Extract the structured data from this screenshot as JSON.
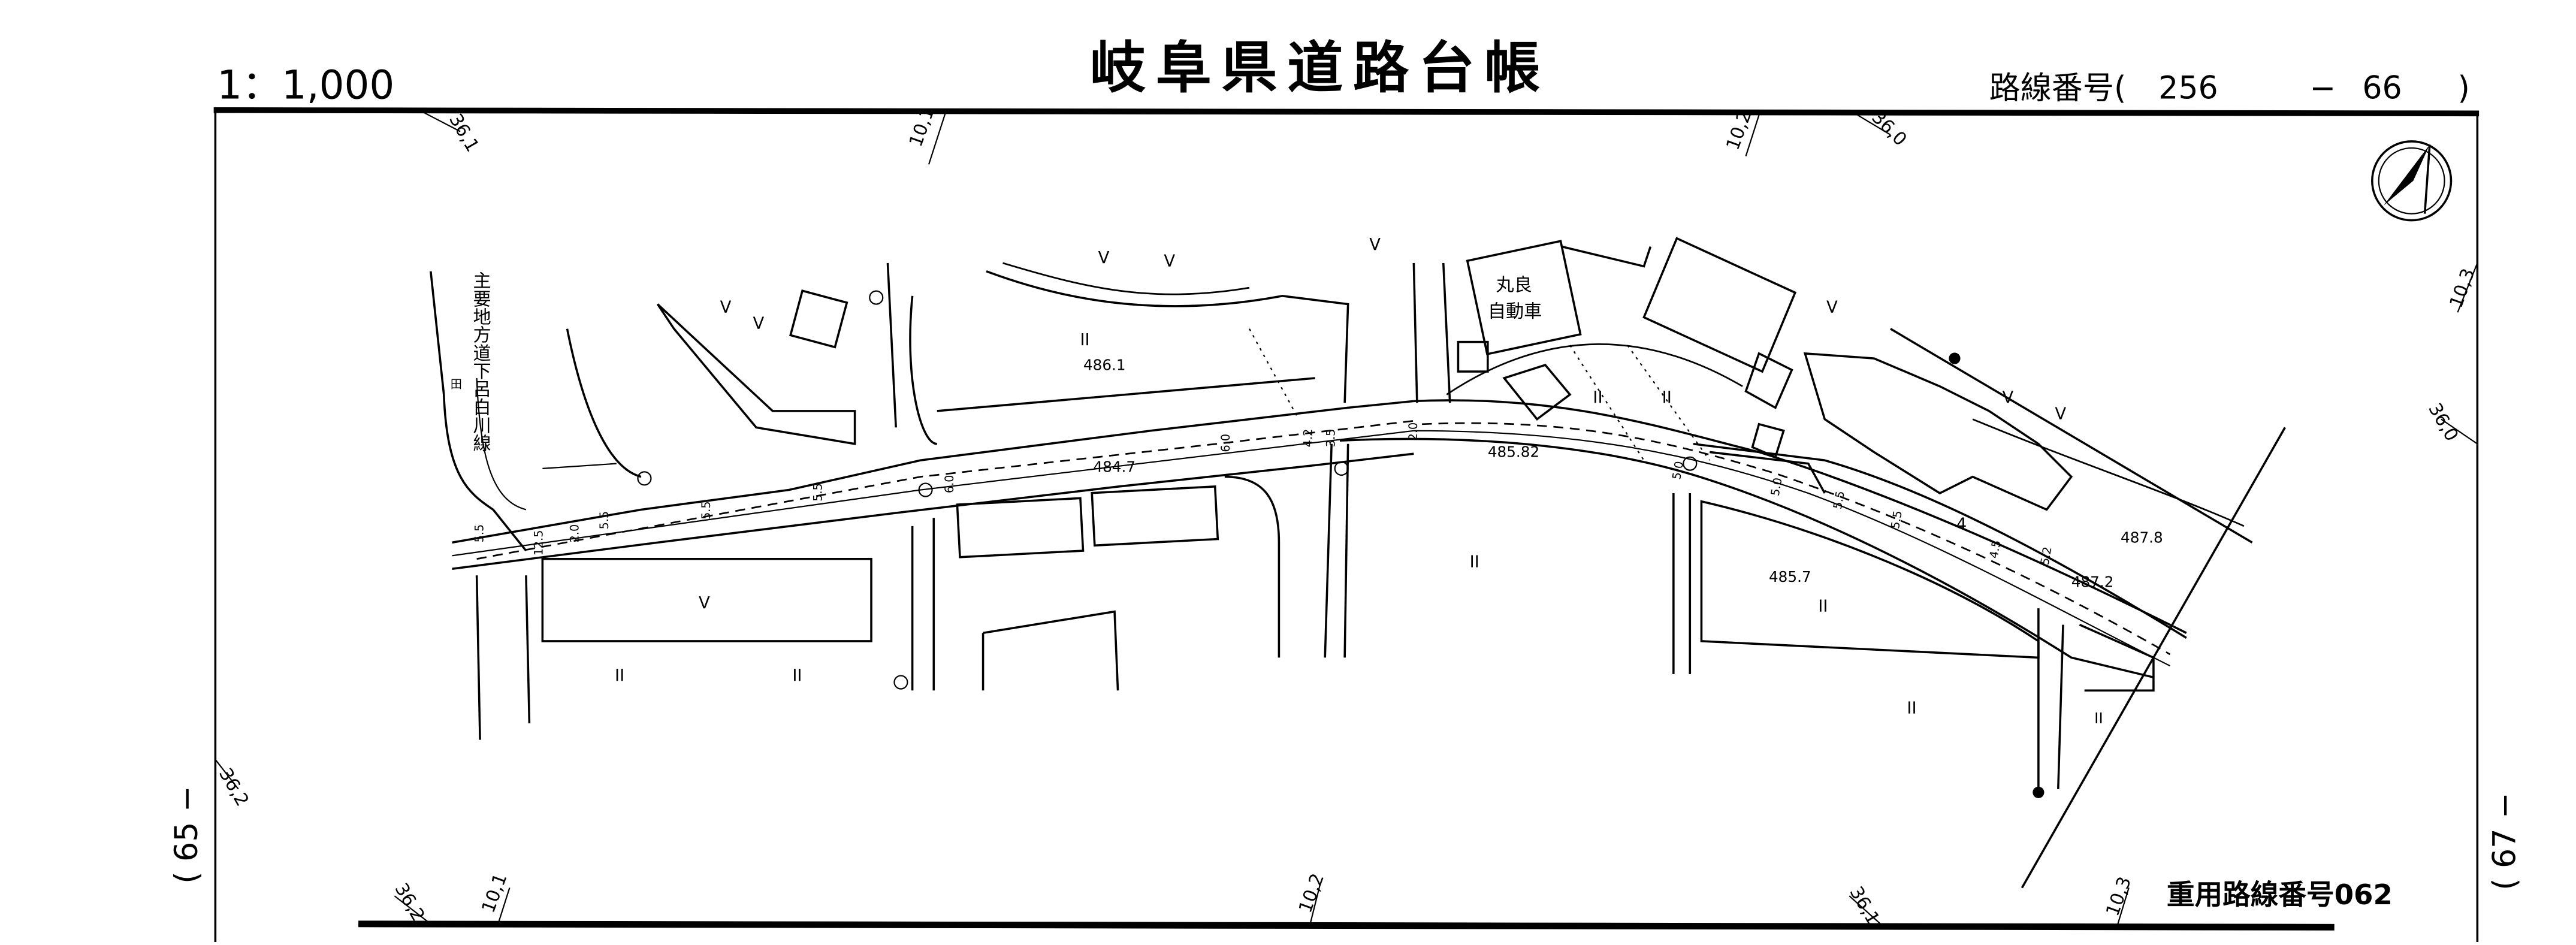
{
  "header": {
    "scale": "1：1,000",
    "title": "岐阜県道路台帳",
    "route_label": "路線番号(",
    "route_main": "256",
    "route_sep": "−",
    "route_sub": "66",
    "route_close": ")"
  },
  "footer": {
    "duplicate_route": "重用路線番号062"
  },
  "sheet_links": {
    "left": "( 65 −",
    "right": "( 67 −"
  },
  "grid_labels": {
    "top": [
      "36,1",
      "10,1",
      "10,2",
      "36,0"
    ],
    "right": [
      "10,3",
      "36,0"
    ],
    "left": [
      "36,2"
    ],
    "bottom": [
      "36,2",
      "10,1",
      "10,2",
      "36,1",
      "10,3"
    ]
  },
  "map": {
    "road_name": "主要地方道下呂白川線",
    "building_label_1": "丸良",
    "building_label_2": "自動車",
    "elevations": [
      "486.1",
      "484.7",
      "485.82",
      "485.7",
      "487.8",
      "487.2"
    ],
    "widths": [
      "5.5",
      "12.5",
      "2.0",
      "5.5",
      "5.5",
      "5.5",
      "6.0",
      "6.0",
      "4.2",
      "3.5",
      "2.0",
      "5.0",
      "5.0",
      "5.5",
      "5.5",
      "4",
      "4.5",
      "5.2"
    ],
    "land_use_symbols": [
      "V",
      "V",
      "V",
      "V",
      "V",
      "V",
      "V",
      "V",
      "V",
      "II",
      "II",
      "II",
      "II",
      "II",
      "II",
      "II",
      "II"
    ],
    "field_symbol": "田"
  },
  "icons": {
    "north_arrow": "north-arrow-icon"
  }
}
